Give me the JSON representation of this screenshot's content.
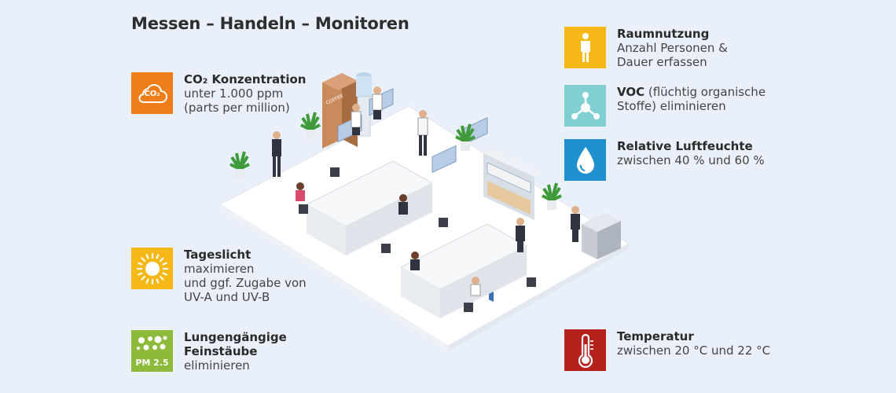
{
  "title": "Messen – Handeln – Monitoren",
  "items": {
    "co2": {
      "icon": "co2-cloud-icon",
      "color": "#ef7d1a",
      "icon_text": "CO₂",
      "heading": "CO₂ Konzentration",
      "lines": [
        "unter 1.000 ppm",
        "(parts per million)"
      ]
    },
    "daylight": {
      "icon": "sun-icon",
      "color": "#f6b817",
      "heading": "Tageslicht",
      "lines": [
        "maximieren",
        "und ggf. Zugabe von",
        "UV-A und UV-B"
      ]
    },
    "pm": {
      "icon": "particles-icon",
      "color": "#8dba3b",
      "icon_text": "PM 2.5",
      "heading_lines": [
        "Lungengängige",
        "Feinstäube"
      ],
      "lines": [
        "eliminieren"
      ]
    },
    "room": {
      "icon": "person-icon",
      "color": "#f6b817",
      "heading": "Raumnutzung",
      "lines": [
        "Anzahl Personen &",
        "Dauer erfassen"
      ]
    },
    "voc": {
      "icon": "molecule-icon",
      "color": "#7fcfd3",
      "heading_bold": "VOC",
      "heading_rest": " (flüchtig organische",
      "lines": [
        "Stoffe) eliminieren"
      ]
    },
    "humidity": {
      "icon": "water-drop-icon",
      "color": "#1f8fce",
      "heading": "Relative Luftfeuchte",
      "lines": [
        "zwischen 40 % und 60 %"
      ]
    },
    "temperature": {
      "icon": "thermometer-icon",
      "color": "#b5211b",
      "heading": "Temperatur",
      "lines": [
        "zwischen 20 °C und 22 °C"
      ]
    }
  },
  "illustration": {
    "icon": "office-illustration",
    "sign_text": "COFFEE"
  }
}
